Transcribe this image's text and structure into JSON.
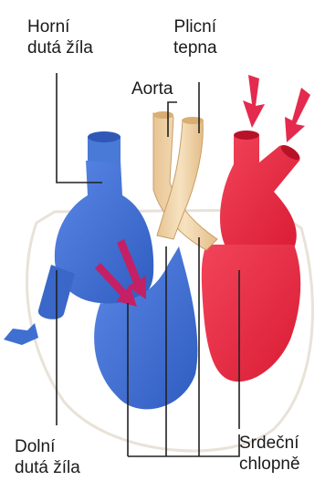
{
  "labels": {
    "superior_vena_cava": {
      "line1": "Horní",
      "line2": "dutá žíla"
    },
    "pulmonary_artery": {
      "line1": "Plicní",
      "line2": "tepna"
    },
    "aorta": "Aorta",
    "inferior_vena_cava": {
      "line1": "Dolní",
      "line2": "dutá žíla"
    },
    "heart_valves": {
      "line1": "Srdeční",
      "line2": "chlopně"
    }
  },
  "colors": {
    "deoxygenated_blood": "#3f6fd0",
    "oxygenated_blood": "#e8283c",
    "vessel_wall": "#f0d2a4",
    "flow_arrow_red": "#e42a4e",
    "flow_arrow_magenta": "#c42066",
    "leader_line": "#222222",
    "label_text": "#1a1a1a"
  },
  "icons": {
    "flow_arrow": "arrow",
    "heart": "heart-cross-section"
  }
}
